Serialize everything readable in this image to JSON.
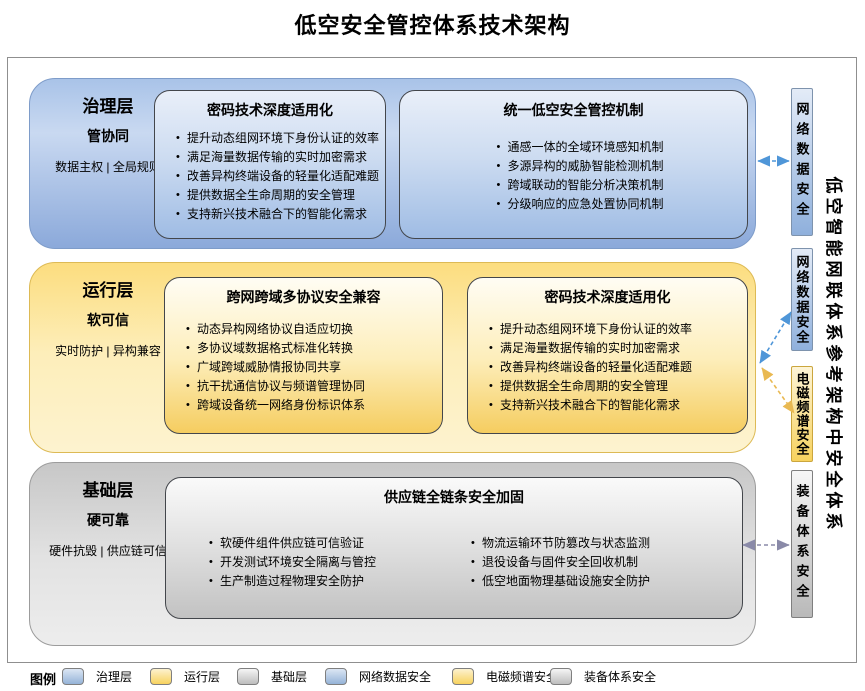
{
  "title": "低空安全管控体系技术架构",
  "side_title": "低空智能网联体系参考架构中安全体系",
  "layers": [
    {
      "name": "治理层",
      "tagline": "管协同",
      "subtitle": "数据主权 | 全局规则",
      "boxes": [
        {
          "title": "密码技术深度适用化",
          "bullets": [
            "提升动态组网环境下身份认证的效率",
            "满足海量数据传输的实时加密需求",
            "改善异构终端设备的轻量化适配难题",
            "提供数据全生命周期的安全管理",
            "支持新兴技术融合下的智能化需求"
          ]
        },
        {
          "title": "统一低空安全管控机制",
          "bullets": [
            "通感一体的全域环境感知机制",
            "多源异构的威胁智能检测机制",
            "跨域联动的智能分析决策机制",
            "分级响应的应急处置协同机制"
          ]
        }
      ]
    },
    {
      "name": "运行层",
      "tagline": "软可信",
      "subtitle": "实时防护 | 异构兼容",
      "boxes": [
        {
          "title": "跨网跨域多协议安全兼容",
          "bullets": [
            "动态异构网络协议自适应切换",
            "多协议域数据格式标准化转换",
            "广域跨域威胁情报协同共享",
            "抗干扰通信协议与频谱管理协同",
            "跨域设备统一网络身份标识体系"
          ]
        },
        {
          "title": "密码技术深度适用化",
          "bullets": [
            "提升动态组网环境下身份认证的效率",
            "满足海量数据传输的实时加密需求",
            "改善异构终端设备的轻量化适配难题",
            "提供数据全生命周期的安全管理",
            "支持新兴技术融合下的智能化需求"
          ]
        }
      ]
    },
    {
      "name": "基础层",
      "tagline": "硬可靠",
      "subtitle": "硬件抗毁 | 供应链可信",
      "boxes": [
        {
          "title": "供应链全链条安全加固",
          "bullets_left": [
            "软硬件组件供应链可信验证",
            "开发测试环境安全隔离与管控",
            "生产制造过程物理安全防护"
          ],
          "bullets_right": [
            "物流运输环节防篡改与状态监测",
            "退役设备与固件安全回收机制",
            "低空地面物理基础设施安全防护"
          ]
        }
      ]
    }
  ],
  "right_labels": [
    {
      "label": "网络数据安全"
    },
    {
      "label": "网络数据安全"
    },
    {
      "label": "电磁频谱安全"
    },
    {
      "label": "装备体系安全"
    }
  ],
  "legend": {
    "title": "图例",
    "items": [
      {
        "label": "治理层",
        "color": "#95b3d7"
      },
      {
        "label": "运行层",
        "color": "#f7d25e"
      },
      {
        "label": "基础层",
        "color": "#bdbdbd"
      },
      {
        "label": "网络数据安全",
        "color": "#95b3d7"
      },
      {
        "label": "电磁频谱安全",
        "color": "#f7d25e"
      },
      {
        "label": "装备体系安全",
        "color": "#bdbdbd"
      }
    ]
  },
  "colors": {
    "governance_fill": "#8ba9da",
    "operation_fill": "#fcdd7f",
    "foundation_fill": "#c7c7c7",
    "arrow_blue": "#4f96d8",
    "arrow_gold": "#e9b952",
    "arrow_gray": "#8a8aa8"
  }
}
